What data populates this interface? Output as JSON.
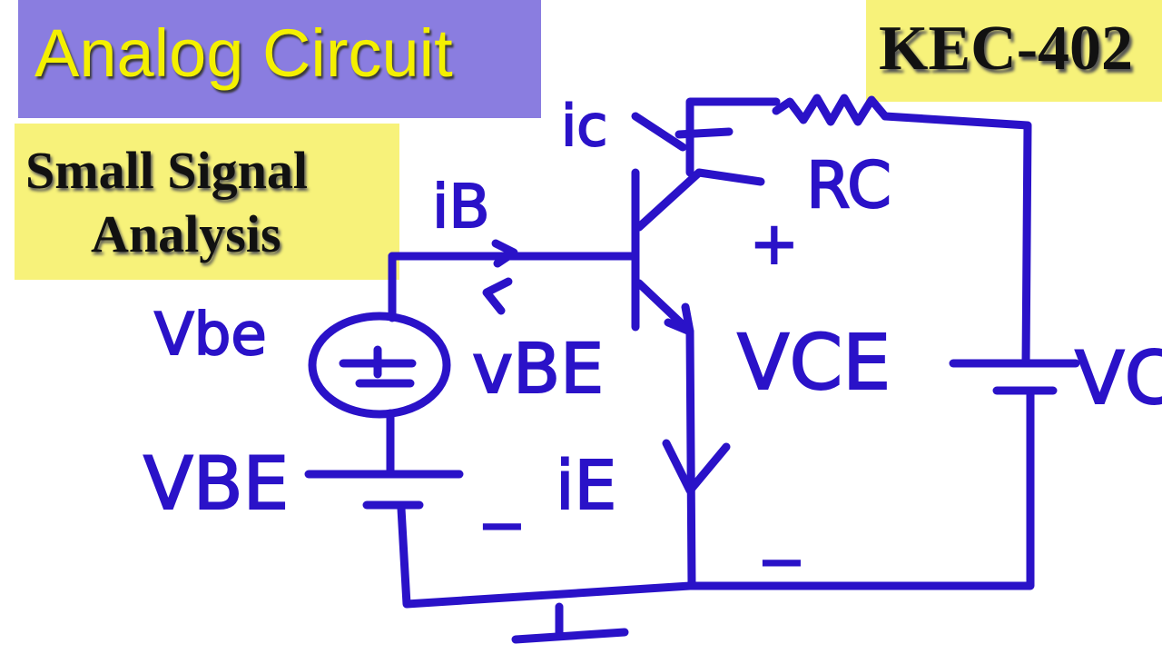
{
  "title": "Analog Circuit",
  "subtitle": {
    "line1": "Small Signal",
    "line2": "Analysis"
  },
  "course_code": "KEC-402",
  "circuit_labels": {
    "ic": "ic",
    "ib": "iB",
    "ie": "iE",
    "rc": "RC",
    "vbe_small": "Vbe",
    "vbe_cap": "VBE",
    "v_be_sum": "vBE",
    "vce": "VCE",
    "vcc": "VCC",
    "plus": "+",
    "minus": "−"
  },
  "colors": {
    "title_banner": "#8a7de0",
    "title_text": "#f4f000",
    "subtitle_banner": "#f7f27a",
    "ink": "#2a12c8"
  }
}
